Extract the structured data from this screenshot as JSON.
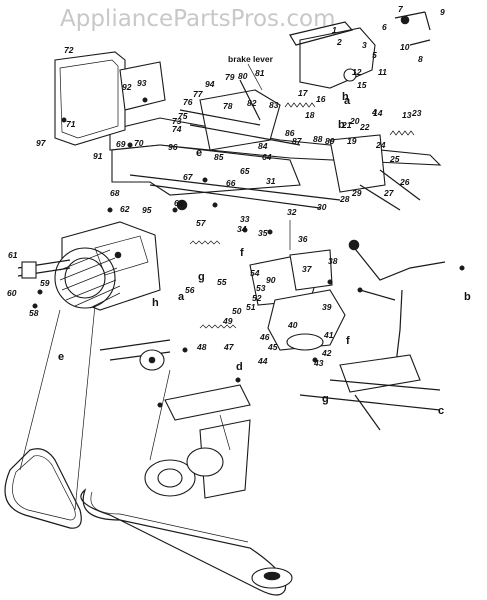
{
  "watermark": "AppliancePartsPros.com",
  "callout": "brake lever",
  "part_numbers": [
    "1",
    "2",
    "3",
    "4",
    "5",
    "6",
    "7",
    "8",
    "9",
    "10",
    "11",
    "12",
    "13",
    "14",
    "15",
    "16",
    "17",
    "18",
    "19",
    "20",
    "21",
    "22",
    "23",
    "24",
    "25",
    "26",
    "27",
    "28",
    "29",
    "30",
    "31",
    "32",
    "33",
    "34",
    "35",
    "36",
    "37",
    "38",
    "39",
    "40",
    "41",
    "42",
    "43",
    "44",
    "45",
    "46",
    "47",
    "48",
    "49",
    "50",
    "51",
    "52",
    "53",
    "54",
    "55",
    "56",
    "57",
    "58",
    "59",
    "60",
    "61",
    "62",
    "63",
    "64",
    "65",
    "66",
    "67",
    "68",
    "69",
    "70",
    "71",
    "72",
    "73",
    "74",
    "75",
    "76",
    "77",
    "78",
    "79",
    "80",
    "81",
    "82",
    "83",
    "84",
    "85",
    "86",
    "87",
    "88",
    "89",
    "90",
    "91",
    "92",
    "93",
    "94",
    "95",
    "96",
    "97"
  ],
  "connector_letters": [
    "a",
    "b",
    "c",
    "d",
    "e",
    "f",
    "g",
    "h"
  ]
}
